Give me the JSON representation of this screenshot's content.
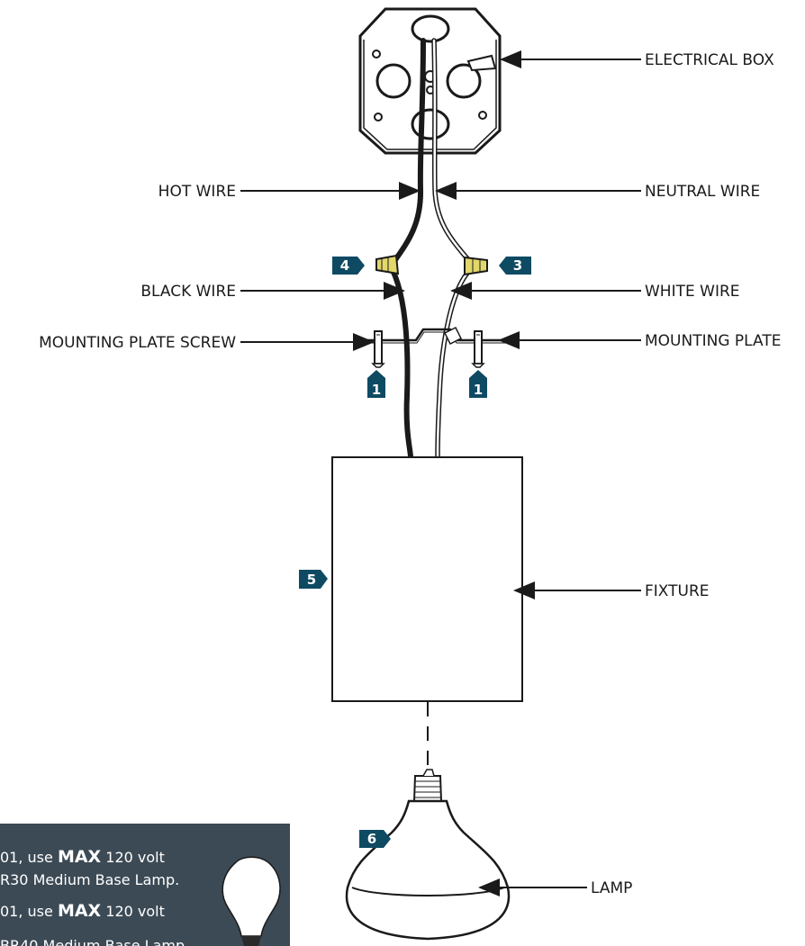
{
  "labels": {
    "electrical_box": "ELECTRICAL BOX",
    "hot_wire": "HOT WIRE",
    "neutral_wire": "NEUTRAL WIRE",
    "black_wire": "BLACK WIRE",
    "white_wire": "WHITE WIRE",
    "mounting_plate": "MOUNTING PLATE",
    "mounting_plate_screw": "MOUNTING PLATE SCREW",
    "fixture": "FIXTURE",
    "lamp": "LAMP"
  },
  "steps": {
    "wire_black": "4",
    "wire_white": "3",
    "screw_left": "1",
    "screw_right": "1",
    "fixture": "5",
    "lamp": "6"
  },
  "note": {
    "line1_pre": "01, use ",
    "line1_strong": "MAX",
    "line1_post": " 120 volt",
    "line2": "R30 Medium Base Lamp.",
    "line3_pre": "01, use ",
    "line3_strong": "MAX",
    "line3_post": " 120 volt",
    "line4": "BR40 Medium Base Lamp"
  },
  "colors": {
    "badge": "#0f4a63",
    "note_bg": "#3c4a55",
    "wire_nut": "#e2d76a",
    "line": "#1a1a1a"
  }
}
